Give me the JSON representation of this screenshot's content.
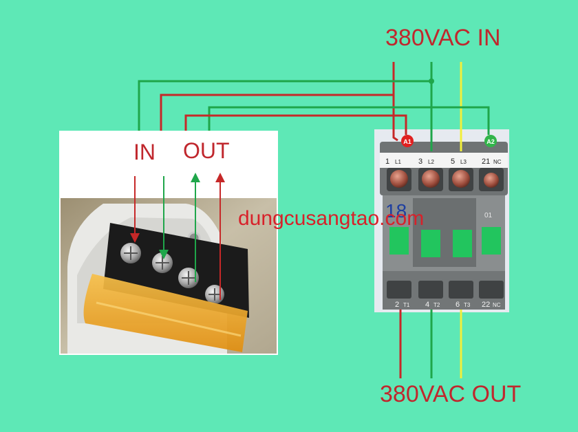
{
  "labels": {
    "input_title": "380VAC IN",
    "output_title": "380VAC OUT",
    "terminal_in": "IN",
    "terminal_out": "OUT",
    "watermark": "dungcusangtao.com",
    "coil_a1": "A1",
    "coil_a2": "A2",
    "contactor_model": "18",
    "aux_no": "01"
  },
  "contactor_top_terminals": [
    {
      "num": "1",
      "name": "L1"
    },
    {
      "num": "3",
      "name": "L2"
    },
    {
      "num": "5",
      "name": "L3"
    },
    {
      "num": "21",
      "name": "NC"
    }
  ],
  "contactor_bottom_terminals": [
    {
      "num": "2",
      "name": "T1"
    },
    {
      "num": "4",
      "name": "T2"
    },
    {
      "num": "6",
      "name": "T3"
    },
    {
      "num": "22",
      "name": "NC"
    }
  ],
  "colors": {
    "background": "#5ee8b6",
    "wire_red": "#c62828",
    "wire_green": "#1fa64a",
    "wire_yellow": "#f2ef3a",
    "label_red": "#c0272d",
    "contactor_body": "#6e7273",
    "contactor_green": "#22c55e",
    "terminal_cover": "#f0a81c"
  }
}
